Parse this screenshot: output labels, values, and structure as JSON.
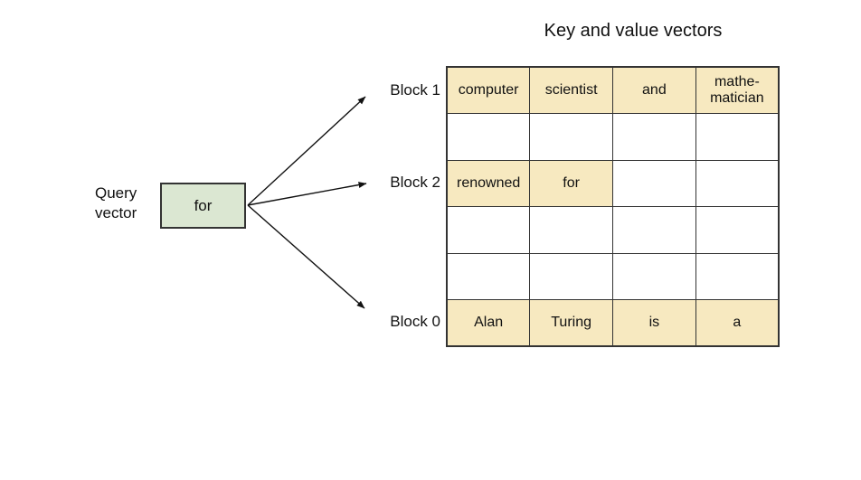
{
  "title": "Key and value vectors",
  "query": {
    "label": "Query\nvector",
    "box_text": "for"
  },
  "blocks": {
    "block1": "Block 1",
    "block2": "Block 2",
    "block0": "Block 0"
  },
  "table": {
    "rows": [
      {
        "cells": [
          {
            "text": "computer",
            "hl": true
          },
          {
            "text": "scientist",
            "hl": true
          },
          {
            "text": "and",
            "hl": true
          },
          {
            "text": "mathe-\nmatician",
            "hl": true
          }
        ]
      },
      {
        "cells": [
          {
            "text": "",
            "hl": false
          },
          {
            "text": "",
            "hl": false
          },
          {
            "text": "",
            "hl": false
          },
          {
            "text": "",
            "hl": false
          }
        ]
      },
      {
        "cells": [
          {
            "text": "renowned",
            "hl": true
          },
          {
            "text": "for",
            "hl": true
          },
          {
            "text": "",
            "hl": false
          },
          {
            "text": "",
            "hl": false
          }
        ]
      },
      {
        "cells": [
          {
            "text": "",
            "hl": false
          },
          {
            "text": "",
            "hl": false
          },
          {
            "text": "",
            "hl": false
          },
          {
            "text": "",
            "hl": false
          }
        ]
      },
      {
        "cells": [
          {
            "text": "",
            "hl": false
          },
          {
            "text": "",
            "hl": false
          },
          {
            "text": "",
            "hl": false
          },
          {
            "text": "",
            "hl": false
          }
        ]
      },
      {
        "cells": [
          {
            "text": "Alan",
            "hl": true
          },
          {
            "text": "Turing",
            "hl": true
          },
          {
            "text": "is",
            "hl": true
          },
          {
            "text": "a",
            "hl": true
          }
        ]
      }
    ]
  },
  "colors": {
    "highlight": "#f7e9c0",
    "query_box": "#dbe7d2",
    "border": "#333333",
    "arrow": "#111111",
    "text": "#111111"
  }
}
